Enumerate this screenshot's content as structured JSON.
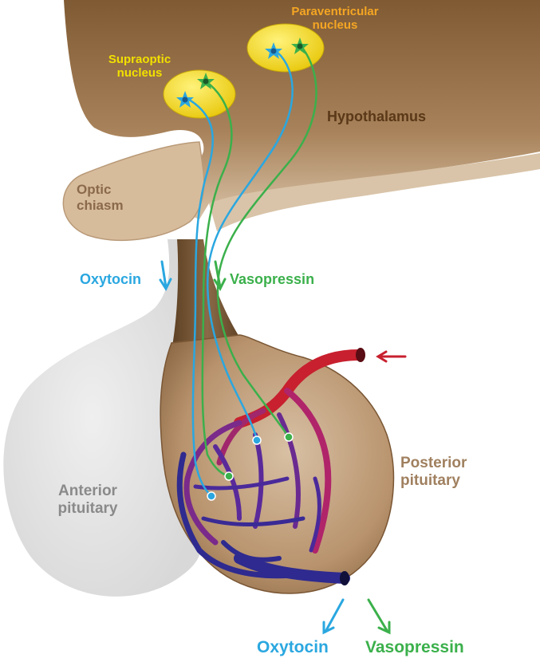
{
  "labels": {
    "paraventricular": "Paraventricular\nnucleus",
    "supraoptic": "Supraoptic\nnucleus",
    "hypothalamus": "Hypothalamus",
    "optic_chiasm": "Optic\nchiasm",
    "oxytocin_top": "Oxytocin",
    "vasopressin_top": "Vasopressin",
    "posterior_pituitary": "Posterior\npituitary",
    "anterior_pituitary": "Anterior\npituitary",
    "oxytocin_bottom": "Oxytocin",
    "vasopressin_bottom": "Vasopressin"
  },
  "colors": {
    "oxytocin": "#2aa7e0",
    "vasopressin": "#3bb04b",
    "artery": "#c8202e",
    "vein": "#2e2a8f",
    "nucleus": "#f5dd1e",
    "hypothalamus": "#a27a4e",
    "anterior": "#e3e3e3",
    "posterior": "#b08a63"
  }
}
